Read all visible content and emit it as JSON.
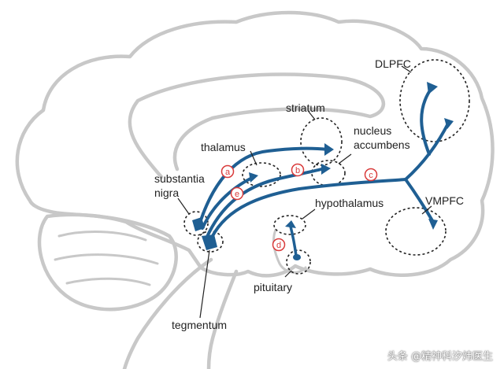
{
  "diagram": {
    "colors": {
      "outline": "#c8c8c8",
      "pathway": "#1f5f93",
      "marker": "#d93b3b",
      "region": "#222222"
    },
    "labels": {
      "dlpfc": "DLPFC",
      "vmpfc": "VMPFC",
      "striatum": "striatum",
      "nucleus_accumbens": [
        "nucleus",
        "accumbens"
      ],
      "thalamus": "thalamus",
      "substantia_nigra": [
        "substantia",
        "nigra"
      ],
      "hypothalamus": "hypothalamus",
      "pituitary": "pituitary",
      "tegmentum": "tegmentum"
    },
    "markers": [
      "a",
      "b",
      "c",
      "d",
      "e"
    ]
  },
  "watermark": "头条 @精神科汐炜医生"
}
